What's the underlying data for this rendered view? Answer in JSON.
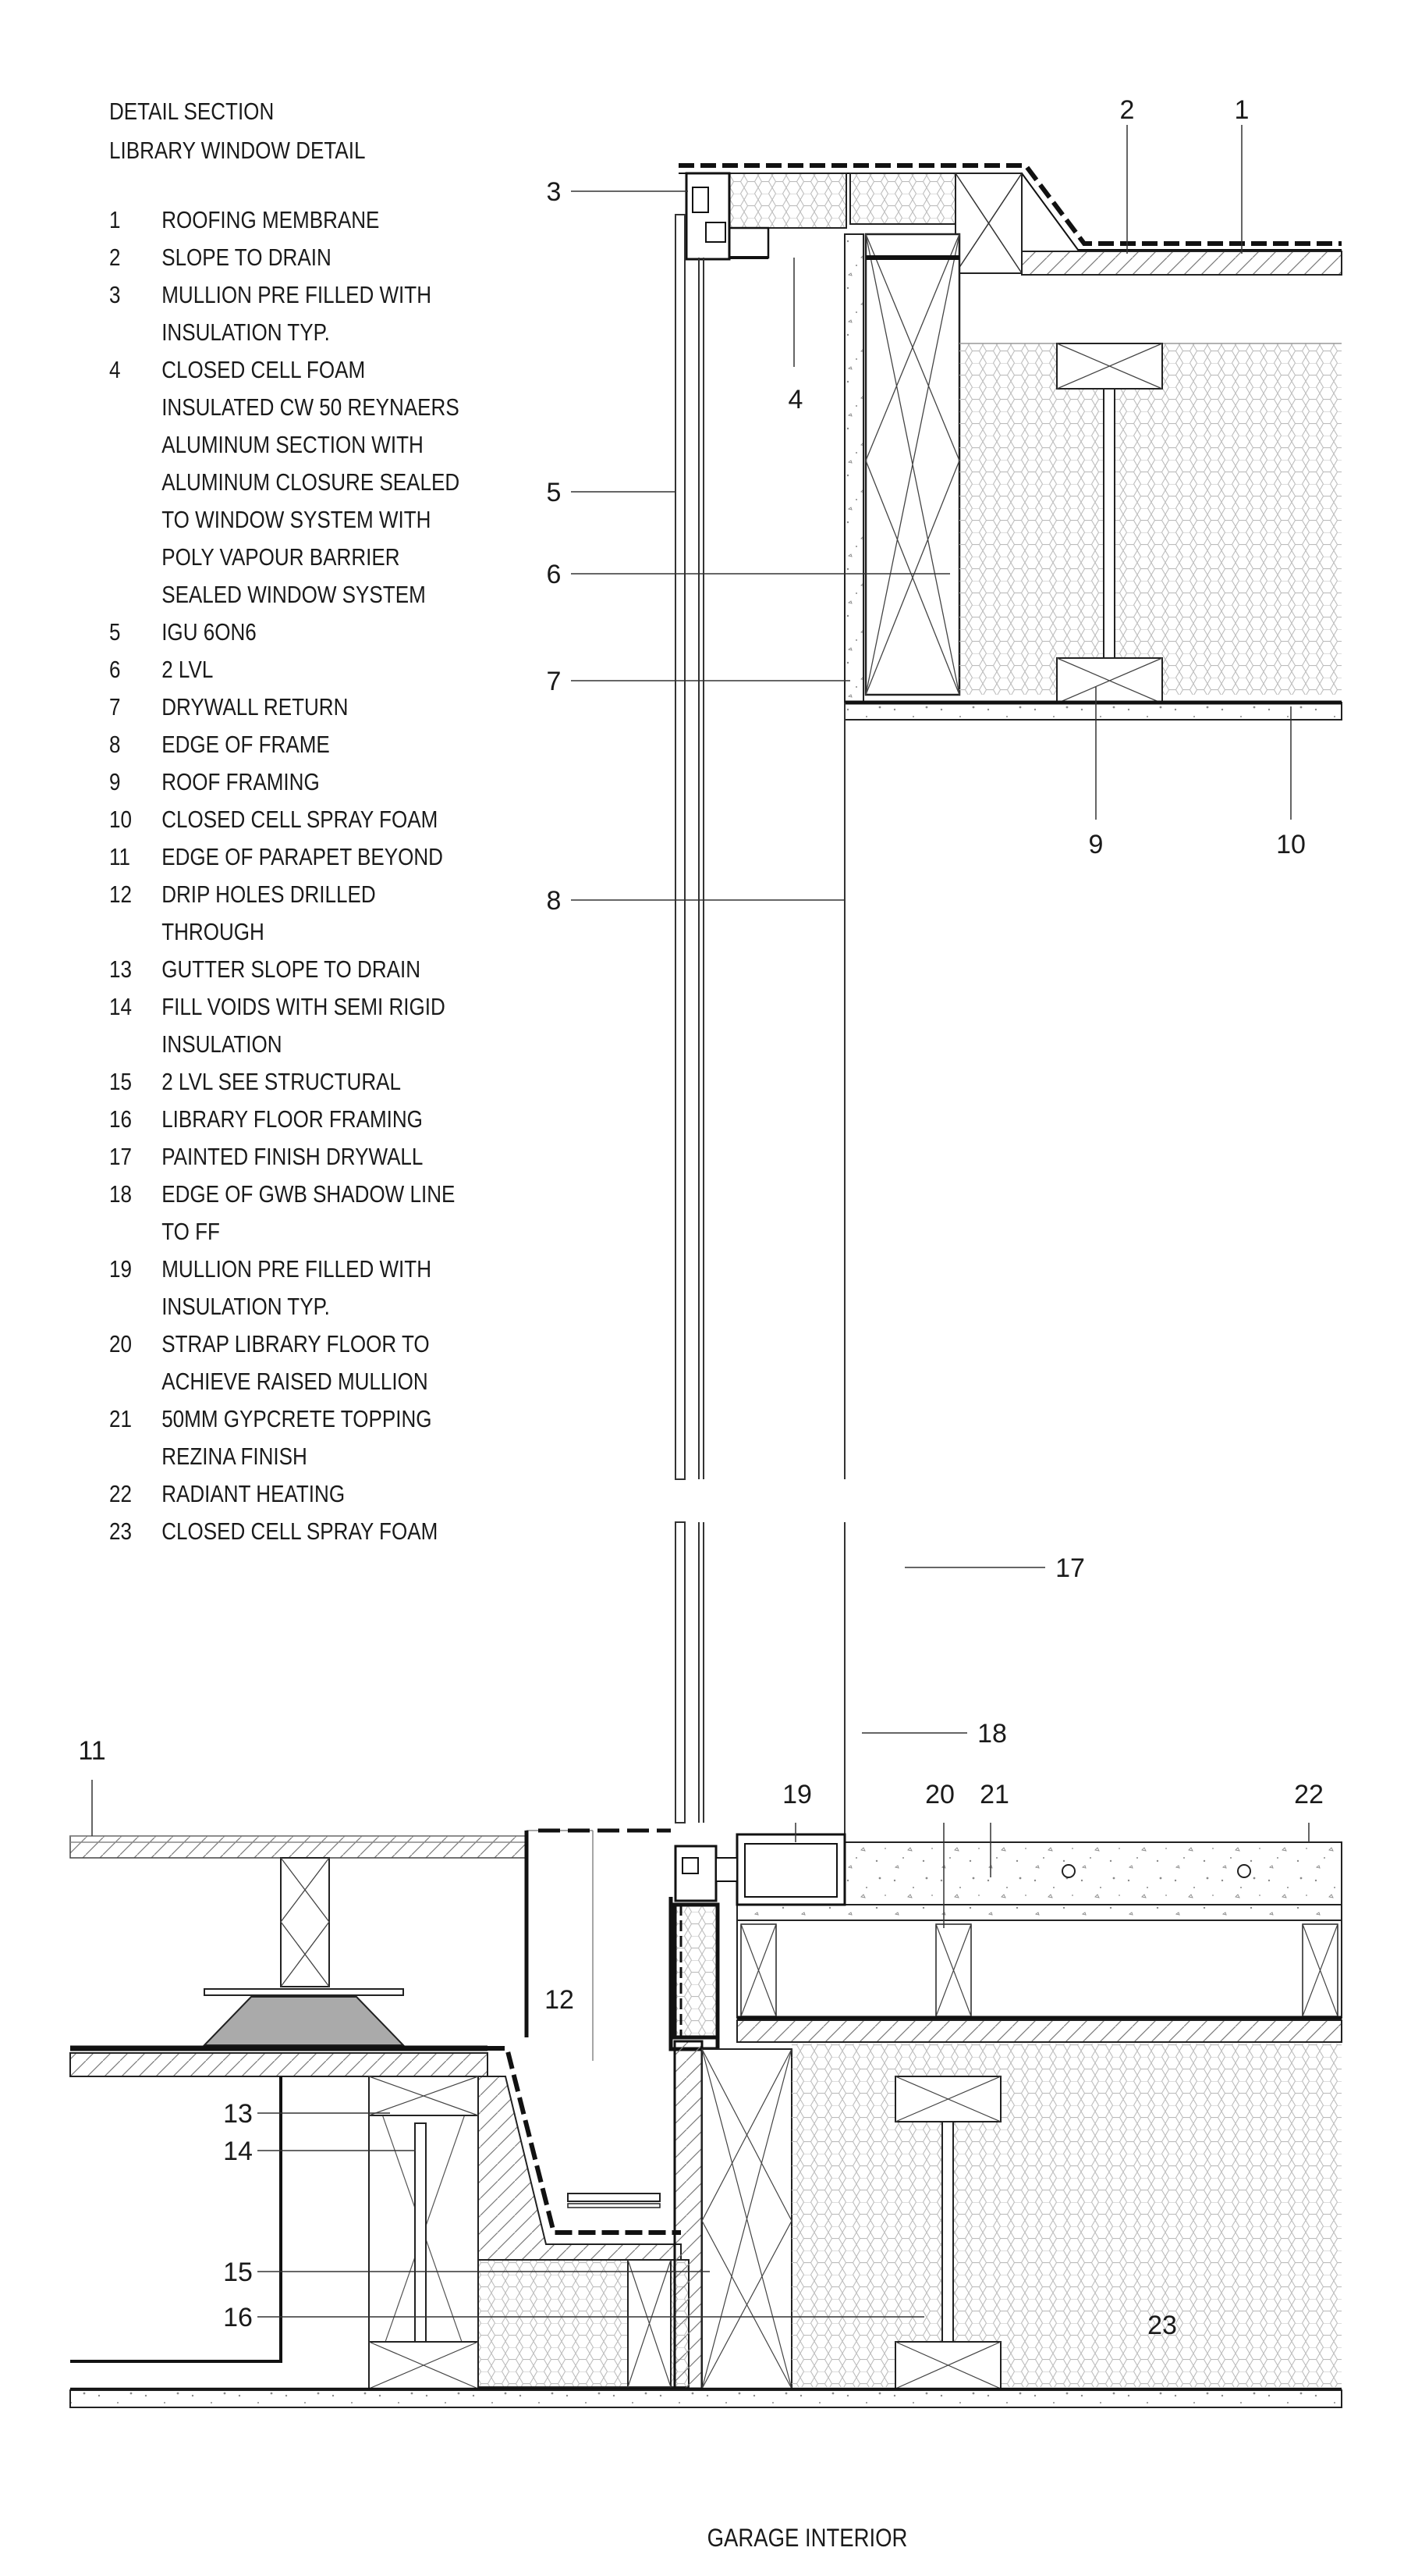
{
  "title_lines": [
    "DETAIL SECTION",
    "LIBRARY WINDOW DETAIL"
  ],
  "notes": [
    {
      "num": "1",
      "text": "ROOFING MEMBRANE"
    },
    {
      "num": "2",
      "text": "SLOPE TO DRAIN"
    },
    {
      "num": "3",
      "text": "MULLION PRE FILLED WITH INSULATION TYP."
    },
    {
      "num": "4",
      "text": "CLOSED CELL FOAM INSULATED CW 50 REYNAERS ALUMINUM SECTION WITH ALUMINUM CLOSURE SEALED TO WINDOW SYSTEM WITH POLY VAPOUR BARRIER SEALED WINDOW SYSTEM"
    },
    {
      "num": "5",
      "text": "IGU 6ON6"
    },
    {
      "num": "6",
      "text": "2 LVL"
    },
    {
      "num": "7",
      "text": "DRYWALL RETURN"
    },
    {
      "num": "8",
      "text": "EDGE OF FRAME"
    },
    {
      "num": "9",
      "text": "ROOF FRAMING"
    },
    {
      "num": "10",
      "text": "CLOSED CELL SPRAY FOAM"
    },
    {
      "num": "11",
      "text": "EDGE OF PARAPET BEYOND"
    },
    {
      "num": "12",
      "text": "DRIP HOLES DRILLED THROUGH"
    },
    {
      "num": "13",
      "text": "GUTTER SLOPE TO DRAIN"
    },
    {
      "num": "14",
      "text": "FILL VOIDS WITH SEMI RIGID INSULATION"
    },
    {
      "num": "15",
      "text": "2 LVL SEE STRUCTURAL"
    },
    {
      "num": "16",
      "text": "LIBRARY FLOOR FRAMING"
    },
    {
      "num": "17",
      "text": "PAINTED FINISH DRYWALL"
    },
    {
      "num": "18",
      "text": "EDGE OF GWB SHADOW LINE TO FF"
    },
    {
      "num": "19",
      "text": "MULLION PRE FILLED WITH INSULATION TYP."
    },
    {
      "num": "20",
      "text": "STRAP LIBRARY FLOOR TO ACHIEVE RAISED MULLION"
    },
    {
      "num": "21",
      "text": "50MM GYPCRETE TOPPING REZINA FINISH"
    },
    {
      "num": "22",
      "text": "RADIANT HEATING"
    },
    {
      "num": "23",
      "text": "CLOSED CELL SPRAY FOAM"
    }
  ],
  "tags": {
    "t1": "1",
    "t2": "2",
    "t3": "3",
    "t4": "4",
    "t5": "5",
    "t6": "6",
    "t7": "7",
    "t8": "8",
    "t9": "9",
    "t10": "10",
    "t11": "11",
    "t12": "12",
    "t13": "13",
    "t14": "14",
    "t15": "15",
    "t16": "16",
    "t17": "17",
    "t18": "18",
    "t19": "19",
    "t20": "20",
    "t21": "21",
    "t22": "22",
    "t23": "23"
  },
  "caption": "GARAGE INTERIOR"
}
